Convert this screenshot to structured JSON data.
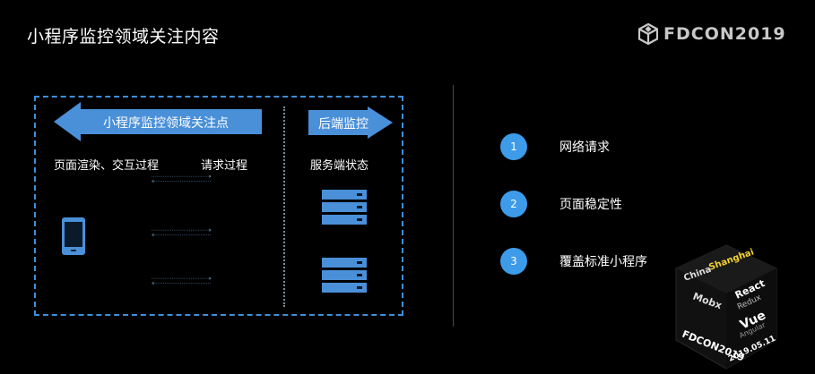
{
  "slide": {
    "title": "小程序监控领域关注内容",
    "logo_text": "FDCON2019"
  },
  "diagram": {
    "left_arrow_label": "小程序监控领域关注点",
    "right_arrow_label": "后端监控",
    "left_sub_label": "页面渲染、交互过程",
    "middle_sub_label": "请求过程",
    "right_sub_label": "服务端状态"
  },
  "list": {
    "items": [
      {
        "num": "1",
        "label": "网络请求"
      },
      {
        "num": "2",
        "label": "页面稳定性"
      },
      {
        "num": "3",
        "label": "覆盖标准小程序"
      }
    ]
  },
  "cube": {
    "words": [
      "Shanghai",
      "China",
      "React",
      "Redux",
      "Mobx",
      "Vue",
      "Angular",
      "FDCON2019",
      "2019.05.11"
    ]
  },
  "colors": {
    "accent": "#3d9be9",
    "arrow": "#4a90d9",
    "background": "#000000"
  }
}
